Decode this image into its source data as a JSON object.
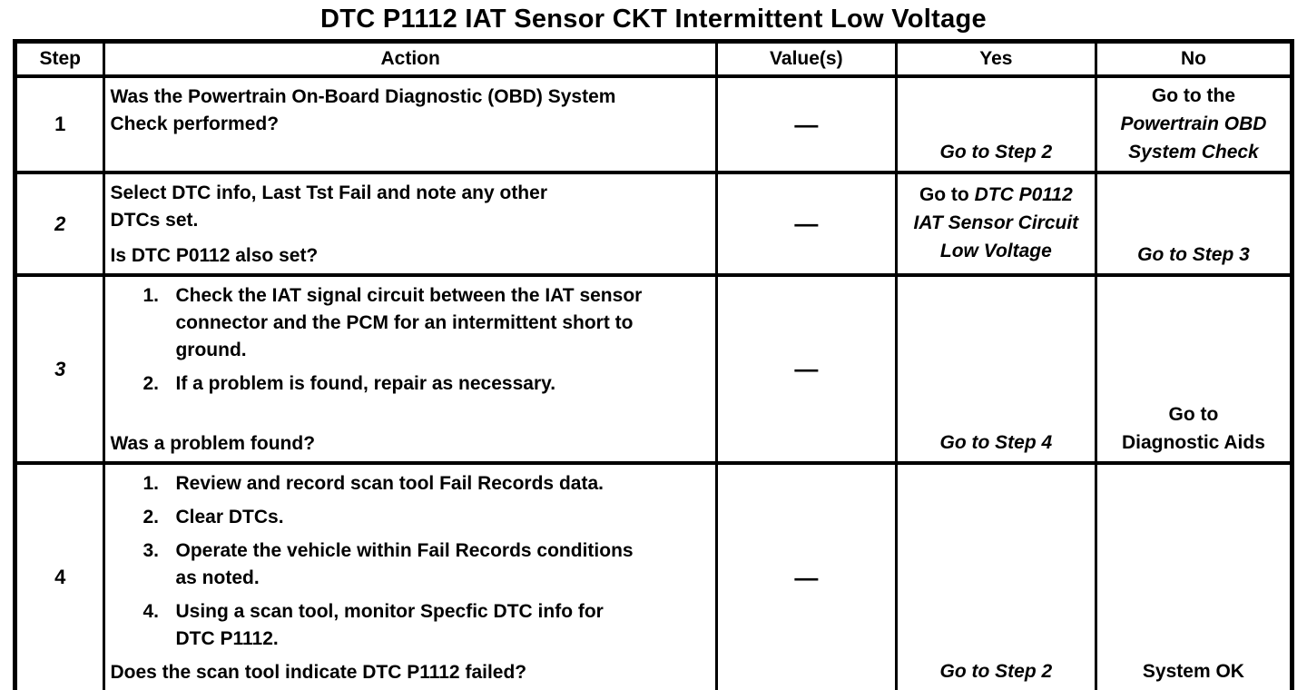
{
  "page": {
    "title": "DTC P1112 IAT Sensor CKT Intermittent Low Voltage"
  },
  "table": {
    "headers": {
      "step": "Step",
      "action": "Action",
      "values": "Value(s)",
      "yes": "Yes",
      "no": "No"
    },
    "rows": [
      {
        "step": "1",
        "action": {
          "p1": "Was the Powertrain On-Board Diagnostic (OBD) System\nCheck performed?"
        },
        "value": "—",
        "yes": {
          "l1": "Go to Step 2"
        },
        "no": {
          "l1": "Go to the",
          "l2": "Powertrain OBD",
          "l3": "System Check"
        }
      },
      {
        "step": "2",
        "action": {
          "p1": "Select DTC info, Last Tst Fail and note any other\nDTCs set.",
          "question": "Is DTC P0112 also set?"
        },
        "value": "—",
        "yes": {
          "l1_prefix": "Go to ",
          "l1_ref": "DTC P0112",
          "l2": "IAT Sensor Circuit",
          "l3": "Low Voltage"
        },
        "no": {
          "l1": "Go to Step 3"
        }
      },
      {
        "step": "3",
        "action": {
          "items": [
            {
              "n": "1.",
              "t": "Check the IAT signal circuit between the IAT sensor\nconnector and the PCM for an intermittent short to\nground."
            },
            {
              "n": "2.",
              "t": "If a problem is found, repair as necessary."
            }
          ],
          "question": "Was a problem found?"
        },
        "value": "—",
        "yes": {
          "l1": "Go to Step 4"
        },
        "no": {
          "l1": "Go to",
          "l2": "Diagnostic Aids"
        }
      },
      {
        "step": "4",
        "action": {
          "items": [
            {
              "n": "1.",
              "t": "Review and record scan tool Fail Records data."
            },
            {
              "n": "2.",
              "t": "Clear DTCs."
            },
            {
              "n": "3.",
              "t": "Operate the vehicle within Fail Records conditions\nas noted."
            },
            {
              "n": "4.",
              "t": "Using a scan tool, monitor Specfic DTC info for\nDTC P1112."
            }
          ],
          "question": "Does the scan tool indicate DTC P1112 failed?"
        },
        "value": "—",
        "yes": {
          "l1": "Go to Step 2"
        },
        "no": {
          "l1": "System OK"
        }
      }
    ]
  }
}
